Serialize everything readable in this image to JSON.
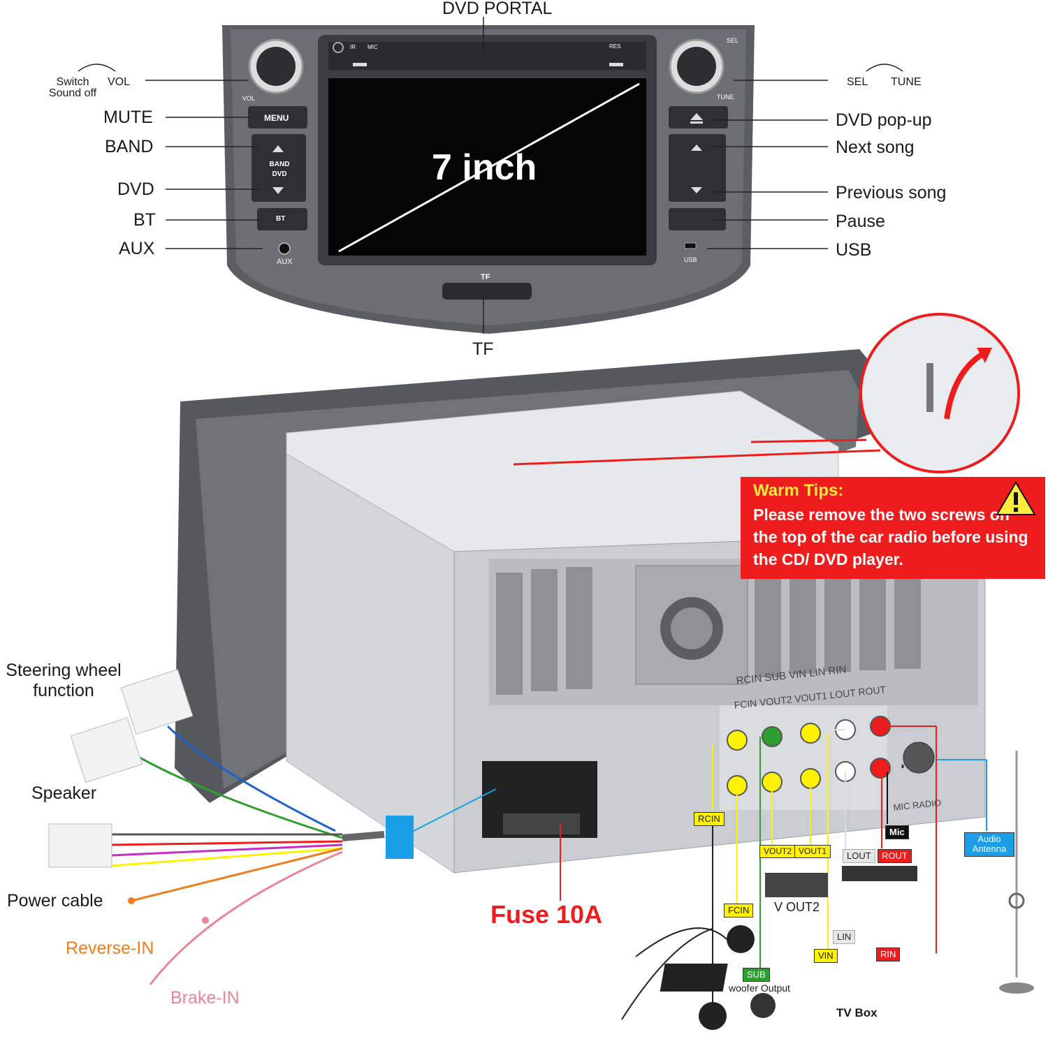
{
  "head_unit": {
    "title": "DVD PORTAL",
    "screen_size": "7 inch",
    "tf_slot": "TF",
    "tf_label": "TF",
    "panel_text": {
      "ir": "IR",
      "mic": "MIC",
      "res": "RES",
      "sel": "SEL",
      "vol": "VOL",
      "tune": "TUNE",
      "menu": "MENU",
      "band_dvd": "BAND DVD",
      "bt": "BT",
      "aux": "AUX",
      "usb": "USB"
    },
    "left_labels": {
      "switch_sound_off": "Switch Sound off",
      "vol": "VOL",
      "mute": "MUTE",
      "band": "BAND",
      "dvd": "DVD",
      "bt": "BT",
      "aux": "AUX"
    },
    "right_labels": {
      "sel": "SEL",
      "tune": "TUNE",
      "dvd_popup": "DVD pop-up",
      "next_song": "Next song",
      "previous_song": "Previous song",
      "pause": "Pause",
      "usb": "USB"
    }
  },
  "warm_tips": {
    "title": "Warm Tips:",
    "body": "Please remove the two screws on the top of the car radio before using the CD/ DVD player."
  },
  "harness": {
    "steering_wheel": "Steering wheel function",
    "speaker": "Speaker",
    "power_cable": "Power cable",
    "reverse_in": "Reverse-IN",
    "brake_in": "Brake-IN",
    "fuse": "Fuse 10A"
  },
  "rear_panel_text": {
    "top_row": "RCIN  SUB  VIN  LIN  RIN",
    "bottom_row": "FCIN VOUT2 VOUT1 LOUT ROUT",
    "mic_radio": "MIC  RADIO"
  },
  "connectors": {
    "rcin": "RCIN",
    "fcin": "FCIN",
    "vout2": "VOUT2",
    "vout1": "VOUT1",
    "v_out2": "V OUT2",
    "lout": "LOUT",
    "rout": "ROUT",
    "mic": "Mic",
    "audio_antenna": "Audio Antenna",
    "lin": "LIN",
    "vin": "VIN",
    "rin": "RIN",
    "sub": "SUB",
    "woofer_output": "woofer Output",
    "tv_box": "TV Box"
  },
  "colors": {
    "red": "#ee1c1c",
    "yellow": "#fff200",
    "green": "#2e9e2e",
    "blue": "#1a9ee8",
    "orange": "#ef7d1a",
    "pink": "#e98597",
    "gray_panel": "#5a5d62"
  }
}
